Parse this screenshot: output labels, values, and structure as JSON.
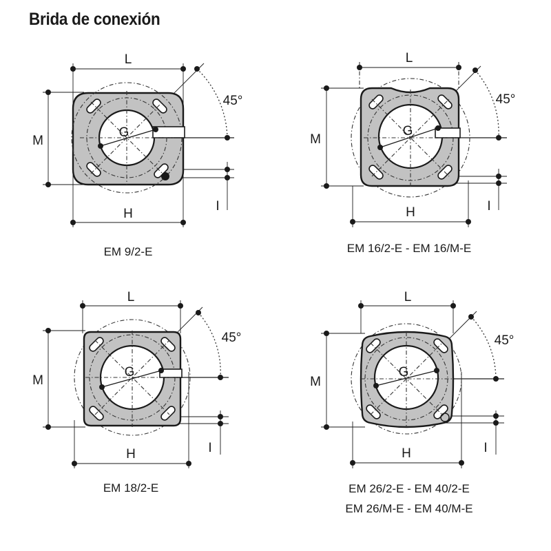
{
  "title": "Brida de conexión",
  "labels": {
    "L": "L",
    "M": "M",
    "H": "H",
    "I": "I",
    "G": "G",
    "angle": "45°"
  },
  "flanges": [
    {
      "caption_lines": [
        "EM 9/2-E"
      ]
    },
    {
      "caption_lines": [
        "EM 16/2-E - EM 16/M-E"
      ]
    },
    {
      "caption_lines": [
        "EM 18/2-E"
      ]
    },
    {
      "caption_lines": [
        "EM 26/2-E - EM 40/2-E",
        "EM 26/M-E - EM 40/M-E"
      ]
    }
  ]
}
